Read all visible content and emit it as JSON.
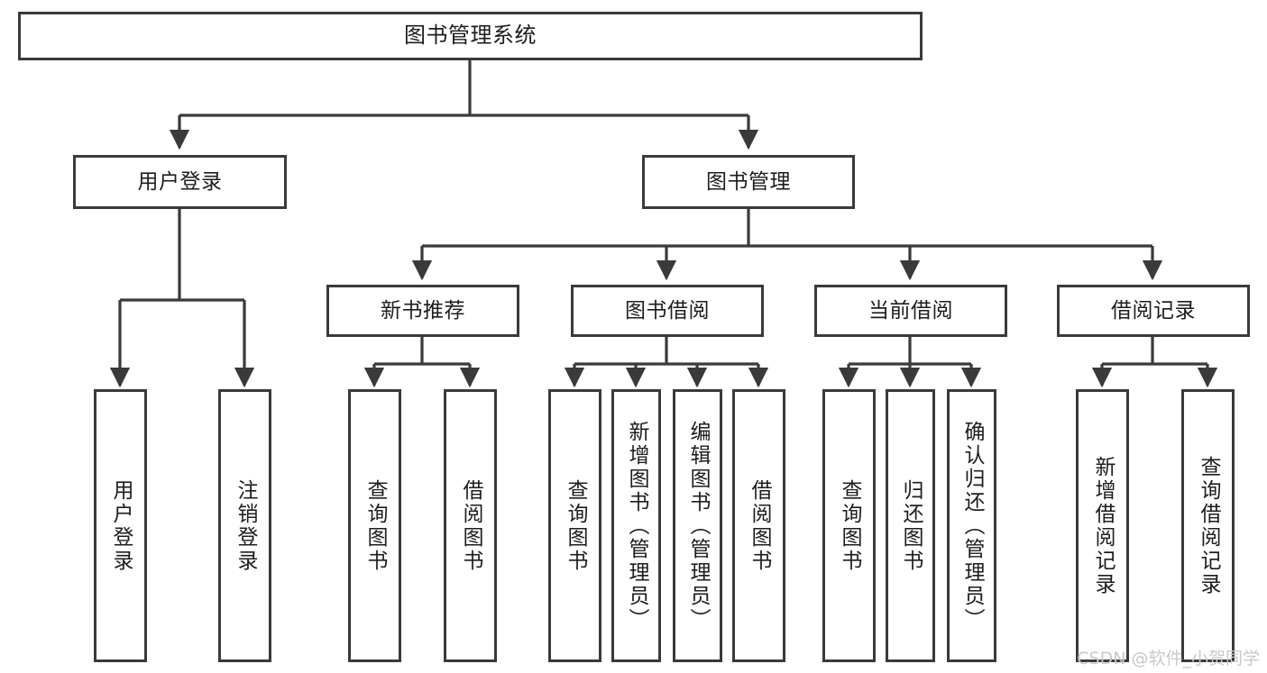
{
  "diagram": {
    "type": "tree",
    "title": "图书管理系统",
    "watermark": "CSDN @软件_小贺同学",
    "colors": {
      "box_border": "#3a3a3a",
      "box_fill": "#ffffff",
      "edge": "#3a3a3a",
      "text": "#1d1d1d",
      "watermark": "#c9c9c9",
      "background": "#ffffff"
    },
    "nodes": {
      "root": {
        "label": "图书管理系统"
      },
      "level1": [
        {
          "label": "用户登录"
        },
        {
          "label": "图书管理"
        }
      ],
      "level2": [
        {
          "label": "新书推荐"
        },
        {
          "label": "图书借阅"
        },
        {
          "label": "当前借阅"
        },
        {
          "label": "借阅记录"
        }
      ],
      "leaves": {
        "user_login": [
          {
            "label": "用户登录"
          },
          {
            "label": "注销登录"
          }
        ],
        "new_book_recommend": [
          {
            "label": "查询图书"
          },
          {
            "label": "借阅图书"
          }
        ],
        "book_borrow": [
          {
            "label": "查询图书"
          },
          {
            "label": "新增图书（管理员）"
          },
          {
            "label": "编辑图书（管理员）"
          },
          {
            "label": "借阅图书"
          }
        ],
        "current_borrow": [
          {
            "label": "查询图书"
          },
          {
            "label": "归还图书"
          },
          {
            "label": "确认归还（管理员）"
          }
        ],
        "borrow_record": [
          {
            "label": "新增借阅记录"
          },
          {
            "label": "查询借阅记录"
          }
        ]
      }
    },
    "edges": [
      {
        "from": "图书管理系统",
        "to": "用户登录"
      },
      {
        "from": "图书管理系统",
        "to": "图书管理"
      },
      {
        "from": "图书管理",
        "to": "新书推荐"
      },
      {
        "from": "图书管理",
        "to": "图书借阅"
      },
      {
        "from": "图书管理",
        "to": "当前借阅"
      },
      {
        "from": "图书管理",
        "to": "借阅记录"
      },
      {
        "from": "用户登录",
        "to": "用户登录"
      },
      {
        "from": "用户登录",
        "to": "注销登录"
      },
      {
        "from": "新书推荐",
        "to": "查询图书"
      },
      {
        "from": "新书推荐",
        "to": "借阅图书"
      },
      {
        "from": "图书借阅",
        "to": "查询图书"
      },
      {
        "from": "图书借阅",
        "to": "新增图书（管理员）"
      },
      {
        "from": "图书借阅",
        "to": "编辑图书（管理员）"
      },
      {
        "from": "图书借阅",
        "to": "借阅图书"
      },
      {
        "from": "当前借阅",
        "to": "查询图书"
      },
      {
        "from": "当前借阅",
        "to": "归还图书"
      },
      {
        "from": "当前借阅",
        "to": "确认归还（管理员）"
      },
      {
        "from": "借阅记录",
        "to": "新增借阅记录"
      },
      {
        "from": "借阅记录",
        "to": "查询借阅记录"
      }
    ]
  }
}
